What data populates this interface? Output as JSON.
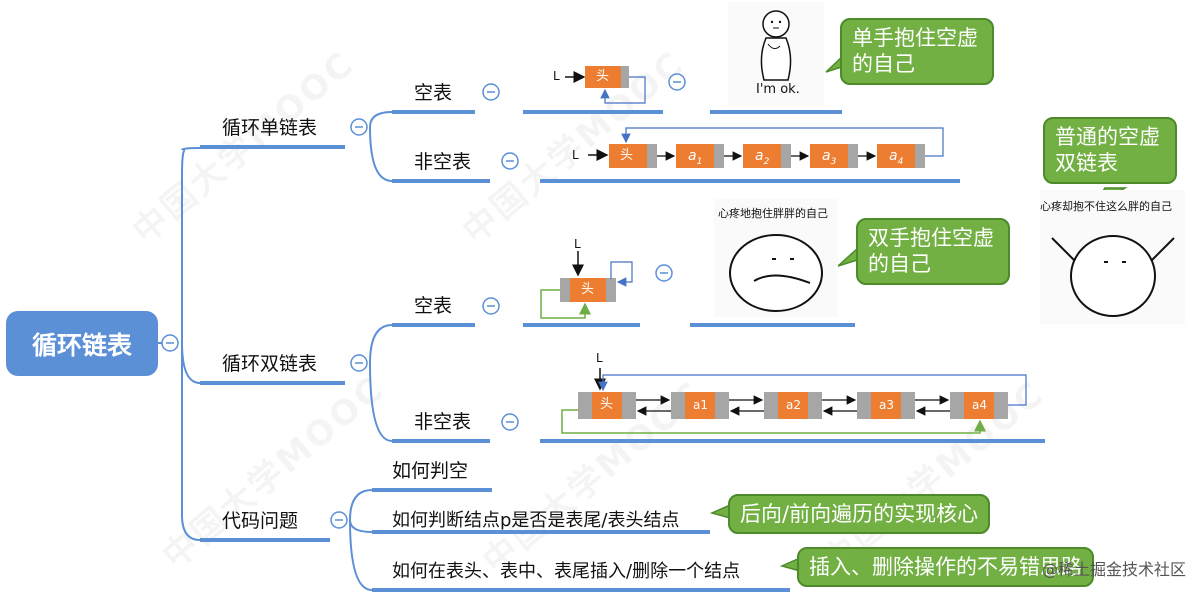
{
  "root": {
    "label": "循环链表"
  },
  "branches": {
    "single": {
      "label": "循环单链表",
      "empty": "空表",
      "nonempty": "非空表"
    },
    "double": {
      "label": "循环双链表",
      "empty": "空表",
      "nonempty": "非空表"
    },
    "code": {
      "label": "代码问题",
      "q1": "如何判空",
      "q2": "如何判断结点p是否是表尾/表头结点",
      "q3": "如何在表头、表中、表尾插入/删除一个结点"
    }
  },
  "callouts": {
    "single_empty": "单手抱住空虚的自己",
    "double_empty": "双手抱住空虚的自己",
    "double_normal": "普通的空虚双链表",
    "q2": "后向/前向遍历的实现核心",
    "q3": "插入、删除操作的不易错思路"
  },
  "diagram": {
    "head_label": "头",
    "pointer_label": "L",
    "nodes": [
      "a1",
      "a2",
      "a3",
      "a4"
    ],
    "node_subscripts": [
      "1",
      "2",
      "3",
      "4"
    ],
    "node_letter": "a"
  },
  "images": {
    "im_ok": "I'm ok.",
    "heart_pain_1": "心疼地抱住胖胖的自己",
    "heart_pain_2": "心疼却抱不住这么胖的自己"
  },
  "watermark": "中国大学MOOC",
  "footer": "@稀土掘金技术社区",
  "colors": {
    "root": "#5b8fd6",
    "line": "#5b8fd6",
    "callout": "#72b043",
    "node": "#ed7d31",
    "node_side": "#a6a6a6",
    "arrow": "#4472c4",
    "green_arrow": "#70ad47"
  }
}
